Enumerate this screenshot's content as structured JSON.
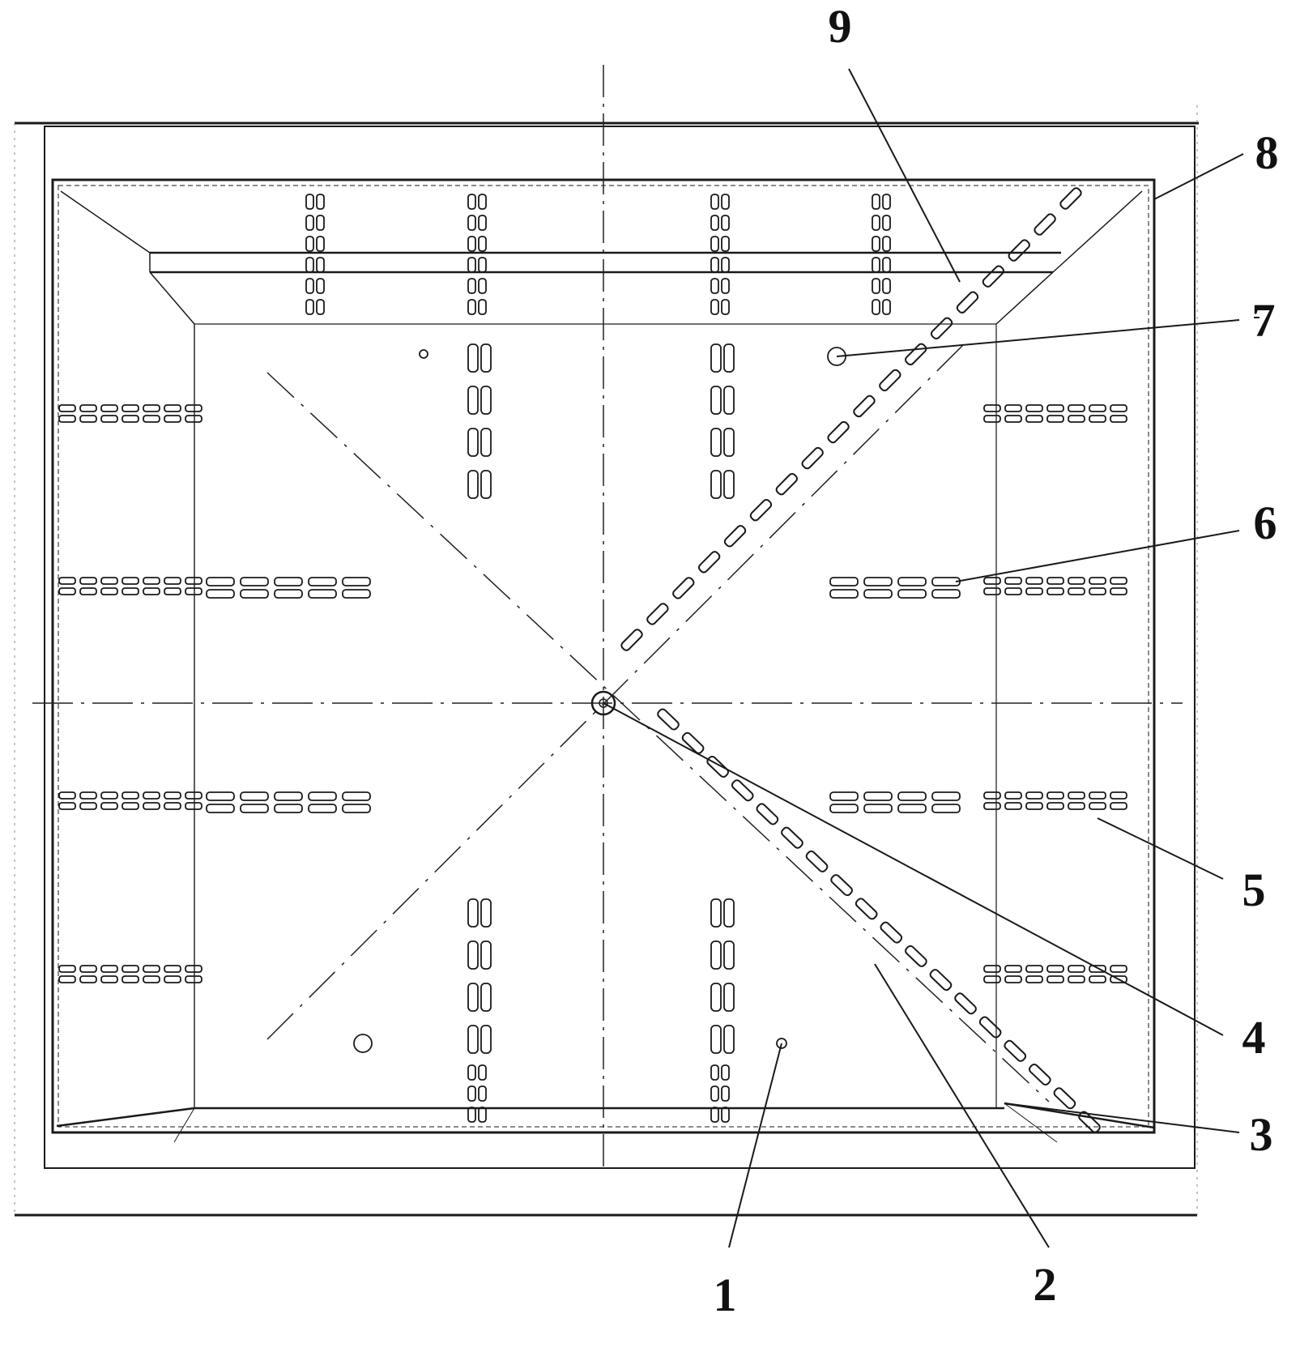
{
  "colors": {
    "line": "#1a1a1a",
    "light": "#666666",
    "background": "#ffffff"
  },
  "callouts": [
    {
      "label": "1"
    },
    {
      "label": "2"
    },
    {
      "label": "3"
    },
    {
      "label": "4"
    },
    {
      "label": "5"
    },
    {
      "label": "6"
    },
    {
      "label": "7"
    },
    {
      "label": "8"
    },
    {
      "label": "9"
    }
  ]
}
